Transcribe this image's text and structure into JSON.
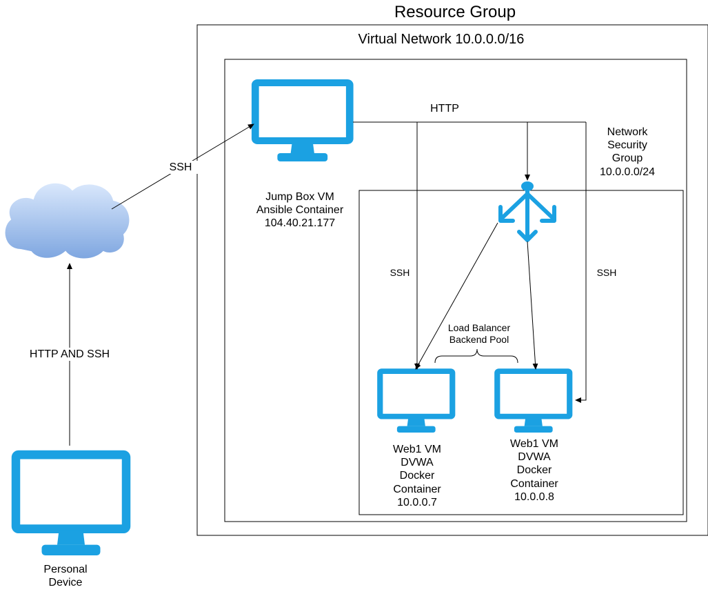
{
  "diagram": {
    "resource_group_label": "Resource Group",
    "vnet_label": "Virtual Network 10.0.0.0/16",
    "nsg": {
      "l1": "Network",
      "l2": "Security",
      "l3": "Group",
      "l4": "10.0.0.0/24"
    },
    "jumpbox": {
      "l1": "Jump Box VM",
      "l2": "Ansible Container",
      "l3": "104.40.21.177"
    },
    "lb_pool": {
      "l1": "Load Balancer",
      "l2": "Backend Pool"
    },
    "web1": {
      "l1": "Web1 VM",
      "l2": "DVWA",
      "l3": "Docker",
      "l4": "Container",
      "l5": "10.0.0.7"
    },
    "web2": {
      "l1": "Web1 VM",
      "l2": "DVWA",
      "l3": "Docker",
      "l4": "Container",
      "l5": "10.0.0.8"
    },
    "personal": {
      "l1": "Personal",
      "l2": "Device"
    },
    "edges": {
      "internet_ssh": "SSH",
      "device_to_cloud": "HTTP AND SSH",
      "jumpbox_http": "HTTP",
      "ssh_left": "SSH",
      "ssh_right": "SSH"
    },
    "colors": {
      "monitor": "#1ba1e2",
      "line": "#000000"
    },
    "icons": [
      "monitor-icon",
      "cloud-icon",
      "load-balancer-icon"
    ]
  }
}
